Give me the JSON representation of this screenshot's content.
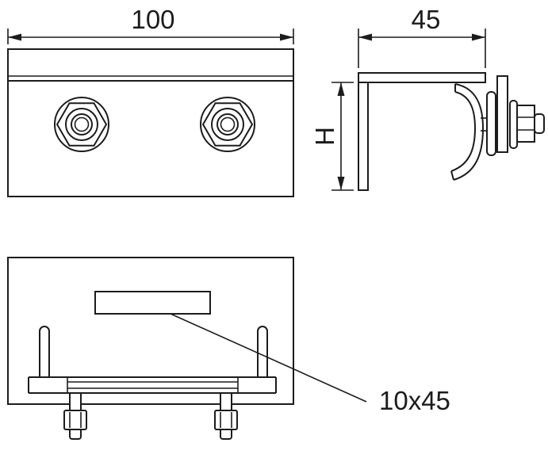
{
  "colors": {
    "ink": "#1c1c1c",
    "background": "#ffffff"
  },
  "labels": {
    "front_width": "100",
    "side_depth": "45",
    "side_height": "H",
    "slot": "10x45"
  }
}
